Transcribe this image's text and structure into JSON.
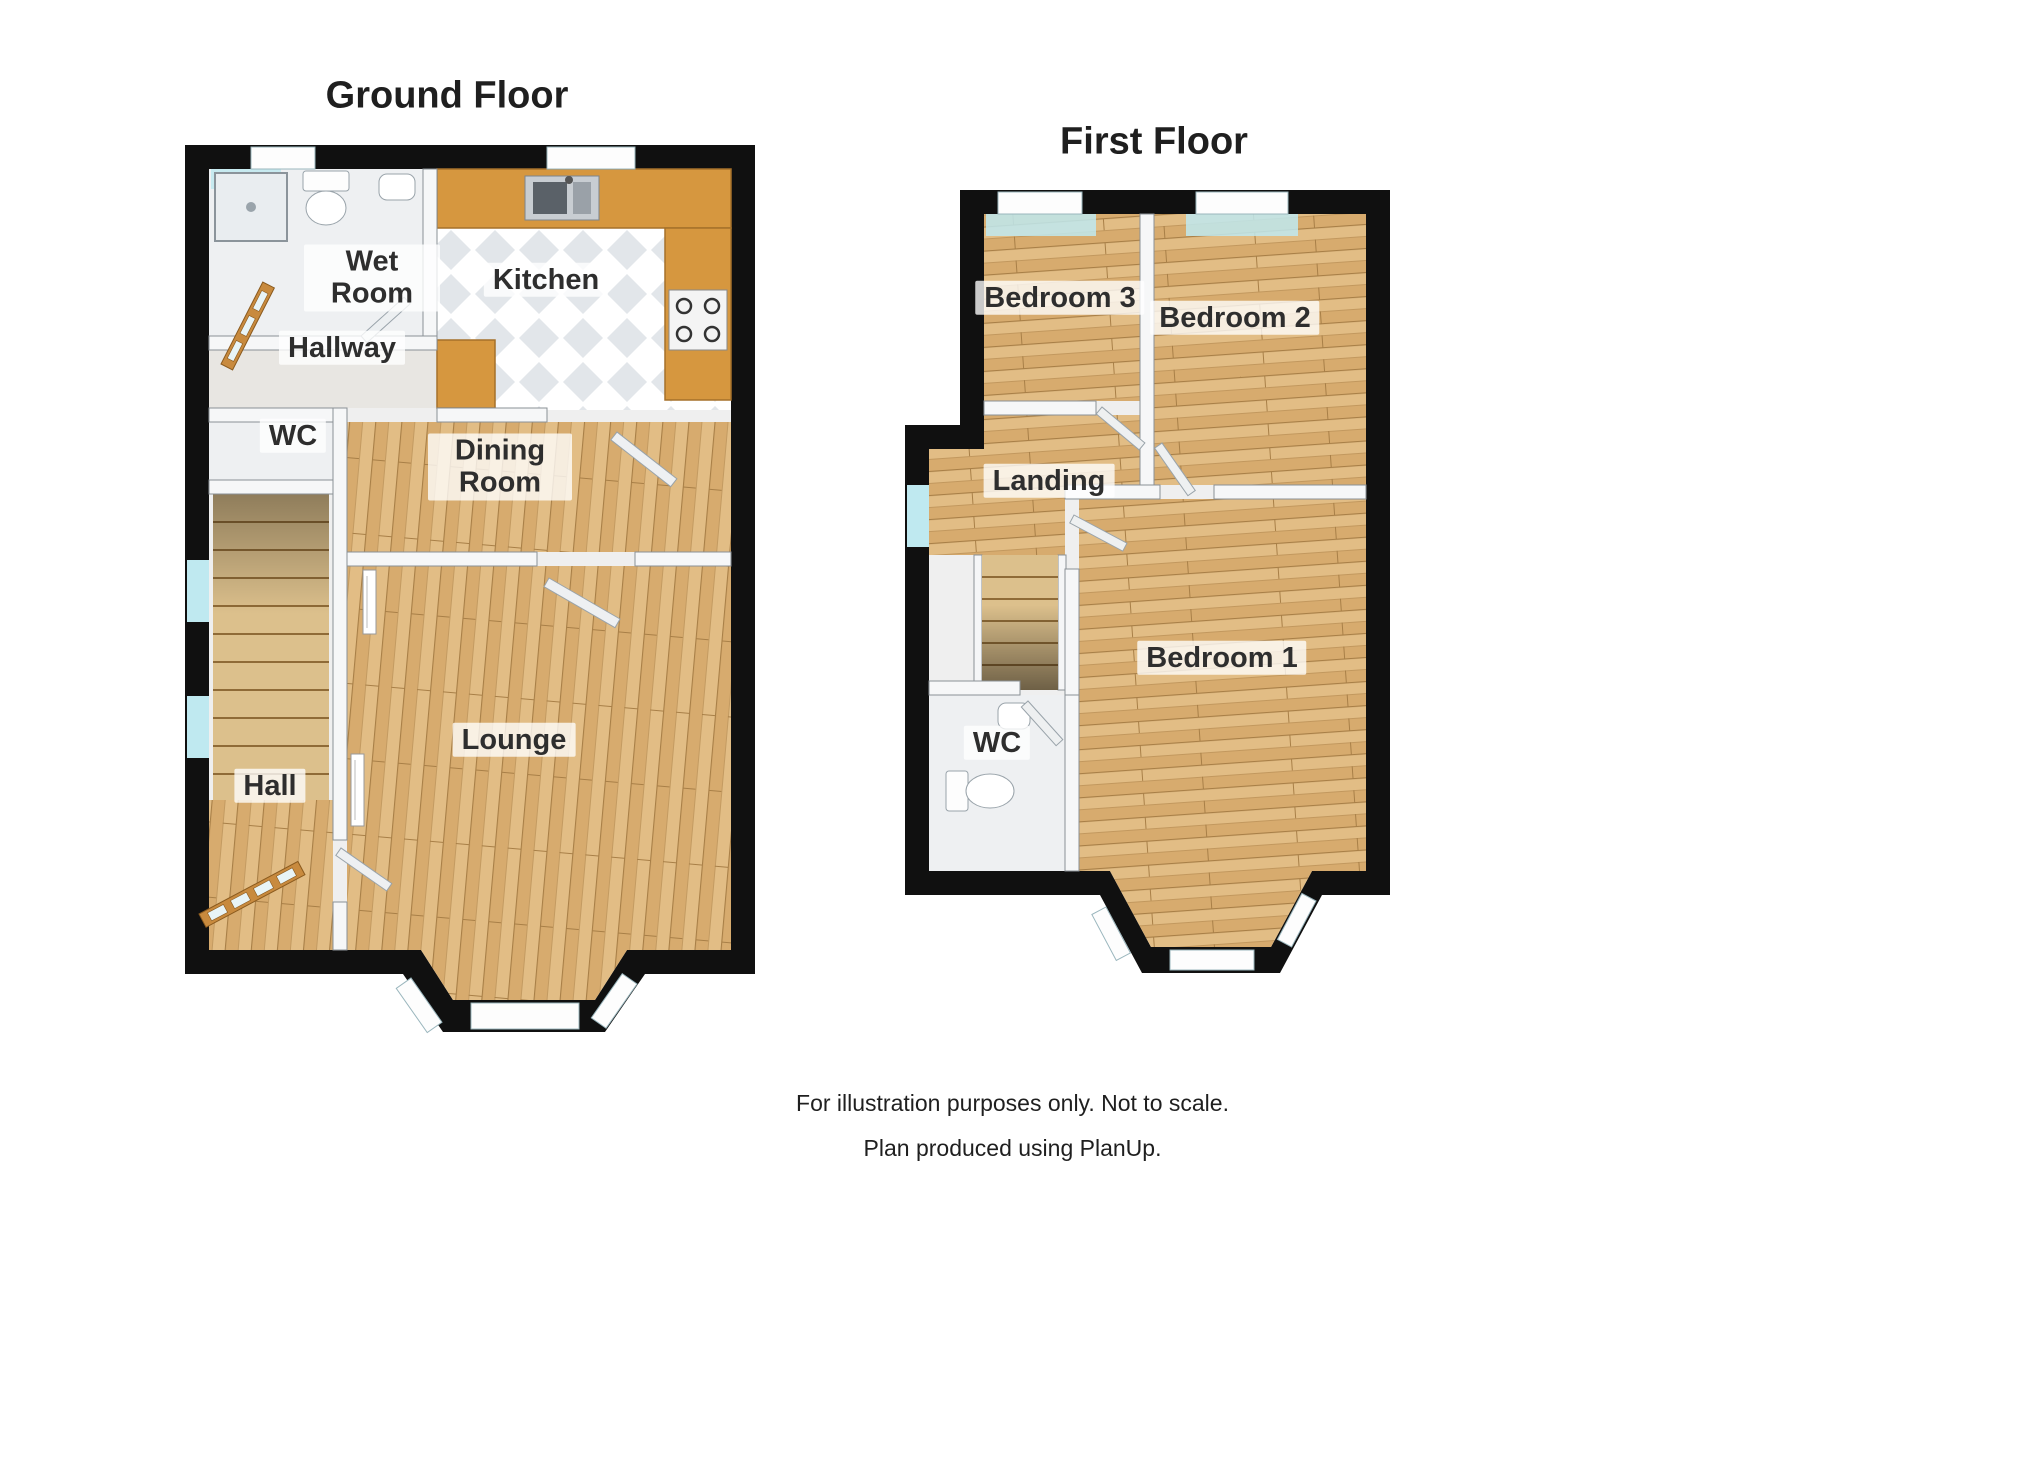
{
  "titles": {
    "ground": "Ground Floor",
    "first": "First Floor"
  },
  "ground_rooms": {
    "wet_room": "Wet Room",
    "kitchen": "Kitchen",
    "hallway": "Hallway",
    "wc": "WC",
    "dining_room": "Dining Room",
    "lounge": "Lounge",
    "hall": "Hall"
  },
  "first_rooms": {
    "bedroom3": "Bedroom 3",
    "bedroom2": "Bedroom 2",
    "landing": "Landing",
    "bedroom1": "Bedroom 1",
    "wc": "WC"
  },
  "footer": {
    "disclaimer": "For illustration purposes only. Not to scale.",
    "credit": "Plan produced using PlanUp."
  },
  "colors": {
    "wall": "#101010",
    "plank_light": "#e2bd85",
    "plank_dark": "#d7ab6e",
    "counter": "#d6973f",
    "window_glow": "#bfe9f0",
    "stair": "#dcc08c",
    "label_text": "#2e2e2e"
  }
}
